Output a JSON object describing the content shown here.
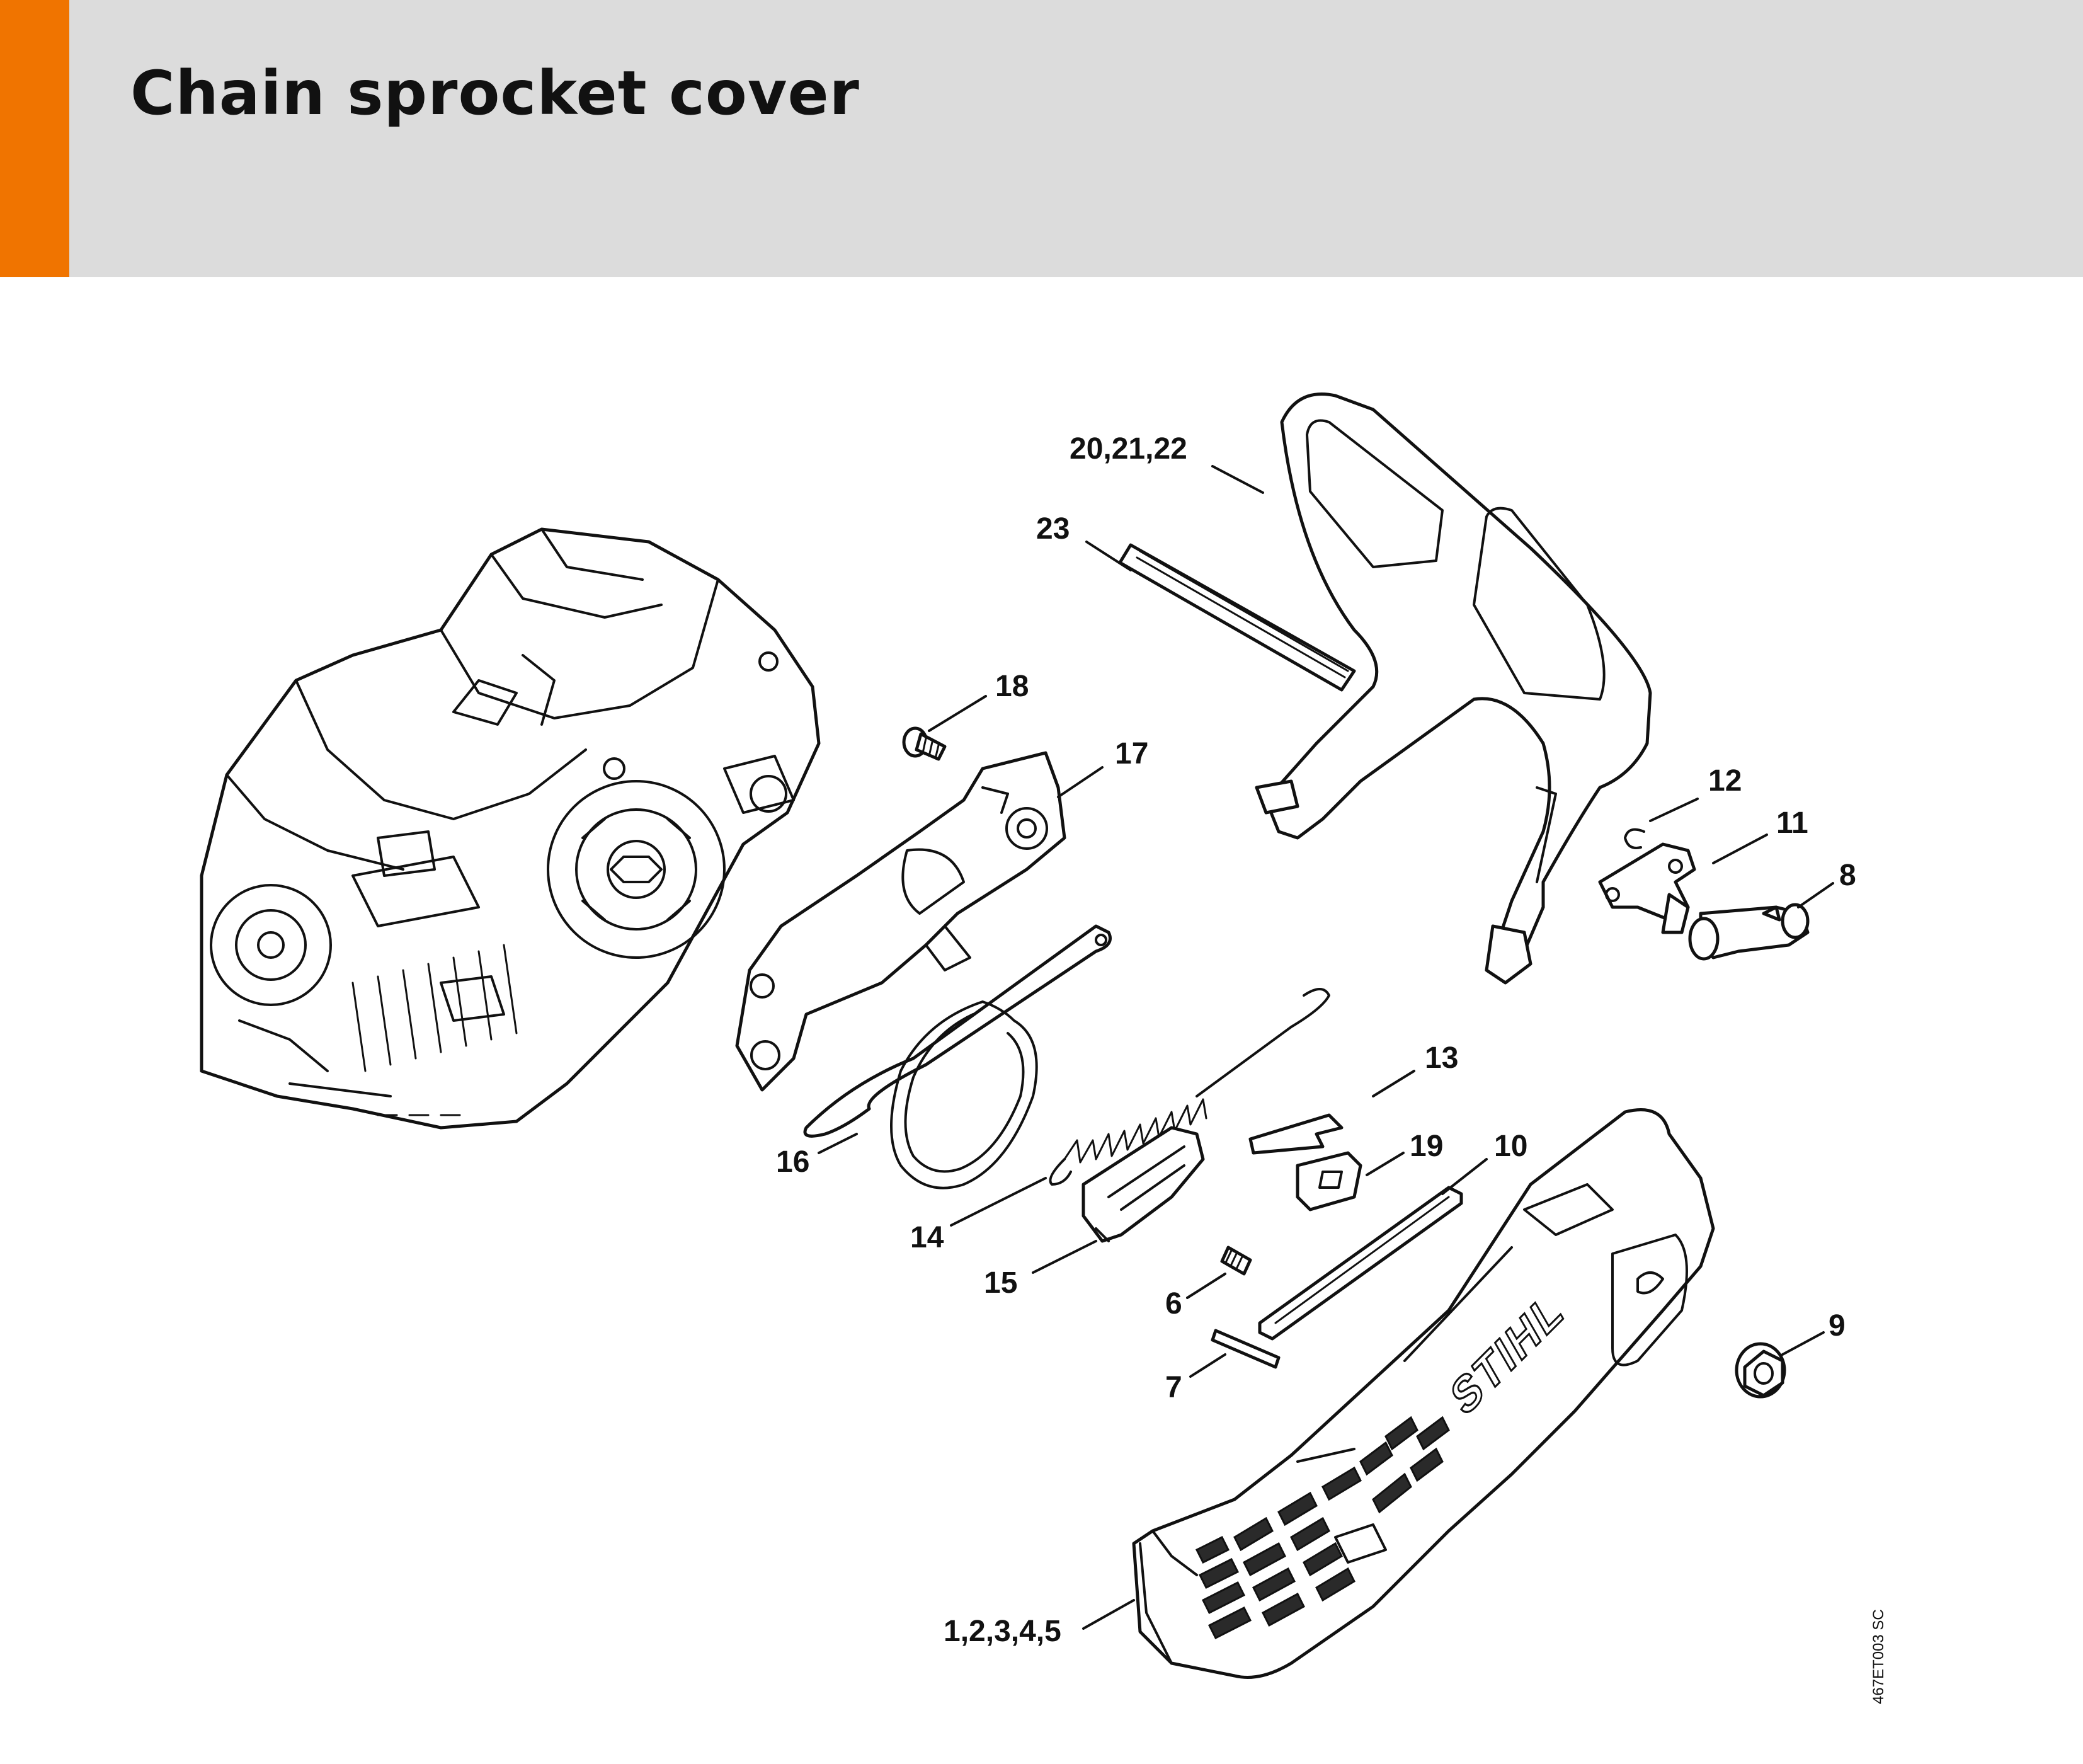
{
  "page": {
    "title": "Chain sprocket cover",
    "accent_color": "#f07400",
    "header_color": "#dcdcdc",
    "illustration_ref": "467ET003 SC"
  },
  "callouts": [
    {
      "id": "c-20-21-22",
      "text": "20,21,22"
    },
    {
      "id": "c-23",
      "text": "23"
    },
    {
      "id": "c-18",
      "text": "18"
    },
    {
      "id": "c-17",
      "text": "17"
    },
    {
      "id": "c-12",
      "text": "12"
    },
    {
      "id": "c-11",
      "text": "11"
    },
    {
      "id": "c-8",
      "text": "8"
    },
    {
      "id": "c-13",
      "text": "13"
    },
    {
      "id": "c-16",
      "text": "16"
    },
    {
      "id": "c-19",
      "text": "19"
    },
    {
      "id": "c-10",
      "text": "10"
    },
    {
      "id": "c-14",
      "text": "14"
    },
    {
      "id": "c-15",
      "text": "15"
    },
    {
      "id": "c-6",
      "text": "6"
    },
    {
      "id": "c-9",
      "text": "9"
    },
    {
      "id": "c-7",
      "text": "7"
    },
    {
      "id": "c-1-2-3-4-5",
      "text": "1,2,3,4,5"
    }
  ],
  "cover_brand": "STIHL"
}
